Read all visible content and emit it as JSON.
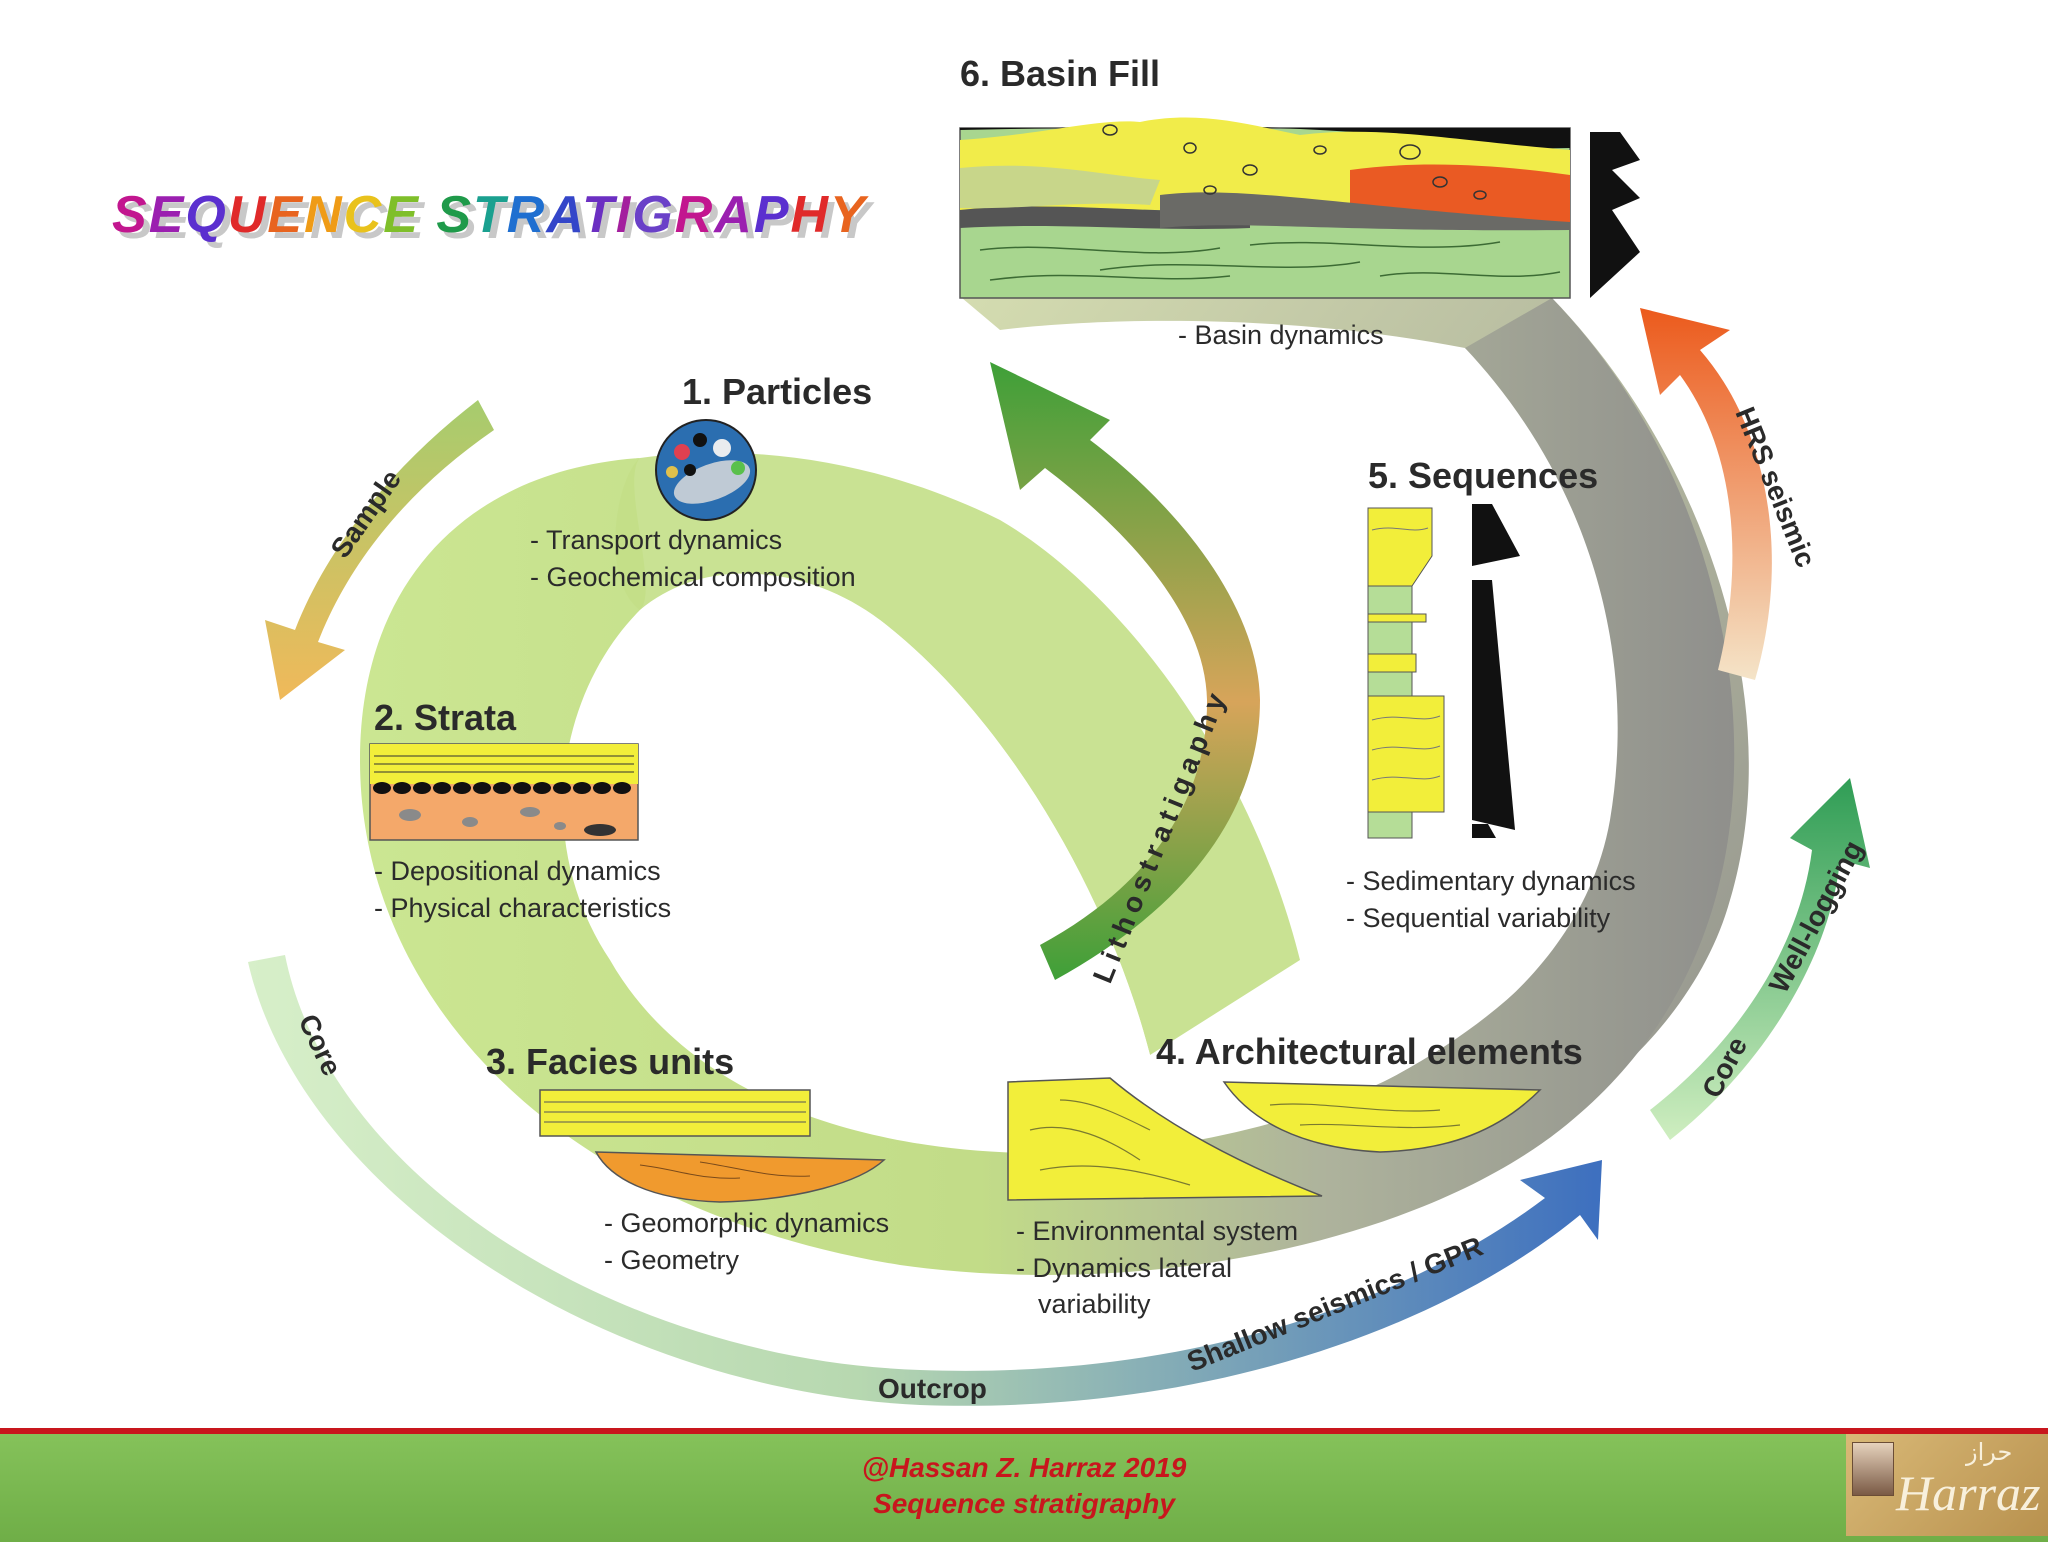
{
  "title": "SEQUENCE STRATIGRAPHY",
  "title_colors": [
    "#c2168f",
    "#9b1fb0",
    "#5b2fcf",
    "#e02a2a",
    "#e8641f",
    "#ef9b16",
    "#e9c21c",
    "#7fbf2a",
    "#1f9a4a",
    "#1aa08f",
    "#1f6fd0",
    "#3446c9",
    "#6b2fc2",
    "#a31f9e",
    "#6a40c8"
  ],
  "stages": {
    "particles": {
      "heading": "1. Particles",
      "bullets": [
        "- Transport dynamics",
        "- Geochemical composition"
      ]
    },
    "strata": {
      "heading": "2. Strata",
      "bullets": [
        "- Depositional dynamics",
        "- Physical characteristics"
      ]
    },
    "facies": {
      "heading": "3. Facies units",
      "bullets": [
        "- Geomorphic dynamics",
        "- Geometry"
      ]
    },
    "architectural": {
      "heading": "4. Architectural elements",
      "bullets": [
        "- Environmental system",
        "- Dynamics lateral",
        "variability"
      ]
    },
    "sequences": {
      "heading": "5. Sequences",
      "bullets": [
        "- Sedimentary dynamics",
        "- Sequential variability"
      ]
    },
    "basin": {
      "heading": "6. Basin Fill",
      "bullets": [
        "- Basin dynamics"
      ]
    }
  },
  "arrows": {
    "sample": "Sample",
    "core_left": "Core",
    "outcrop": "Outcrop",
    "shallow": "Shallow seismics / GPR",
    "core_right": "Core",
    "well": "Well-logging",
    "hrs": "HRS seismic",
    "litho": "Lithostratigaphy"
  },
  "footer": {
    "line1": "@Hassan Z. Harraz 2019",
    "line2": "Sequence stratigraphy"
  },
  "logo": {
    "script": "Harraz",
    "arabic": "حراز"
  },
  "colors": {
    "footer_green": "#77b64e",
    "footer_red": "#c8161d",
    "band_light": "#c9e58f",
    "band_grey": "#9a9a94",
    "yellow": "#f2ee2e",
    "orange": "#f0a14a"
  }
}
